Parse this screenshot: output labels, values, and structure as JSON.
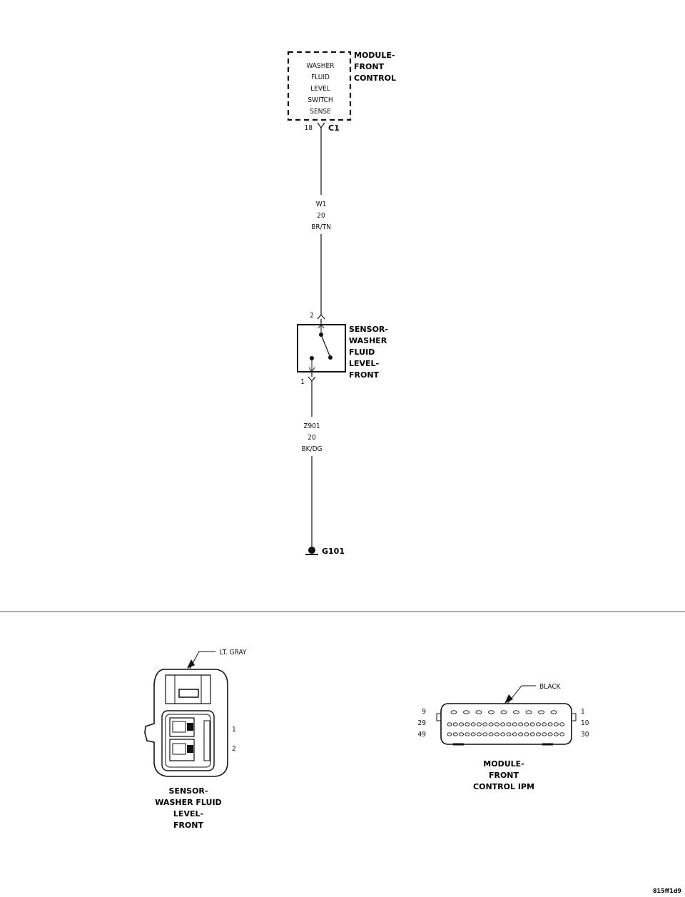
{
  "module": {
    "title": [
      "MODULE-",
      "FRONT",
      "CONTROL"
    ],
    "function": [
      "WASHER",
      "FLUID",
      "LEVEL",
      "SWITCH",
      "SENSE"
    ],
    "pin": "18",
    "connector": "C1"
  },
  "wire_upper": {
    "circuit": "W1",
    "gauge": "20",
    "color": "BR/TN"
  },
  "sensor": {
    "title": [
      "SENSOR-",
      "WASHER",
      "FLUID",
      "LEVEL-",
      "FRONT"
    ],
    "pin_top": "2",
    "pin_bottom": "1"
  },
  "wire_lower": {
    "circuit": "Z901",
    "gauge": "20",
    "color": "BK/DG"
  },
  "ground": {
    "label": "G101"
  },
  "sensor_connector": {
    "color_label": "LT. GRAY",
    "pins": [
      "1",
      "2"
    ],
    "caption": [
      "SENSOR-",
      "WASHER FLUID",
      "LEVEL-",
      "FRONT"
    ]
  },
  "module_connector": {
    "color_label": "BLACK",
    "left_pins": [
      "9",
      "29",
      "49"
    ],
    "right_pins": [
      "1",
      "10",
      "30"
    ],
    "caption": [
      "MODULE-",
      "FRONT",
      "CONTROL IPM"
    ]
  },
  "figure_id": "815ff1d9"
}
